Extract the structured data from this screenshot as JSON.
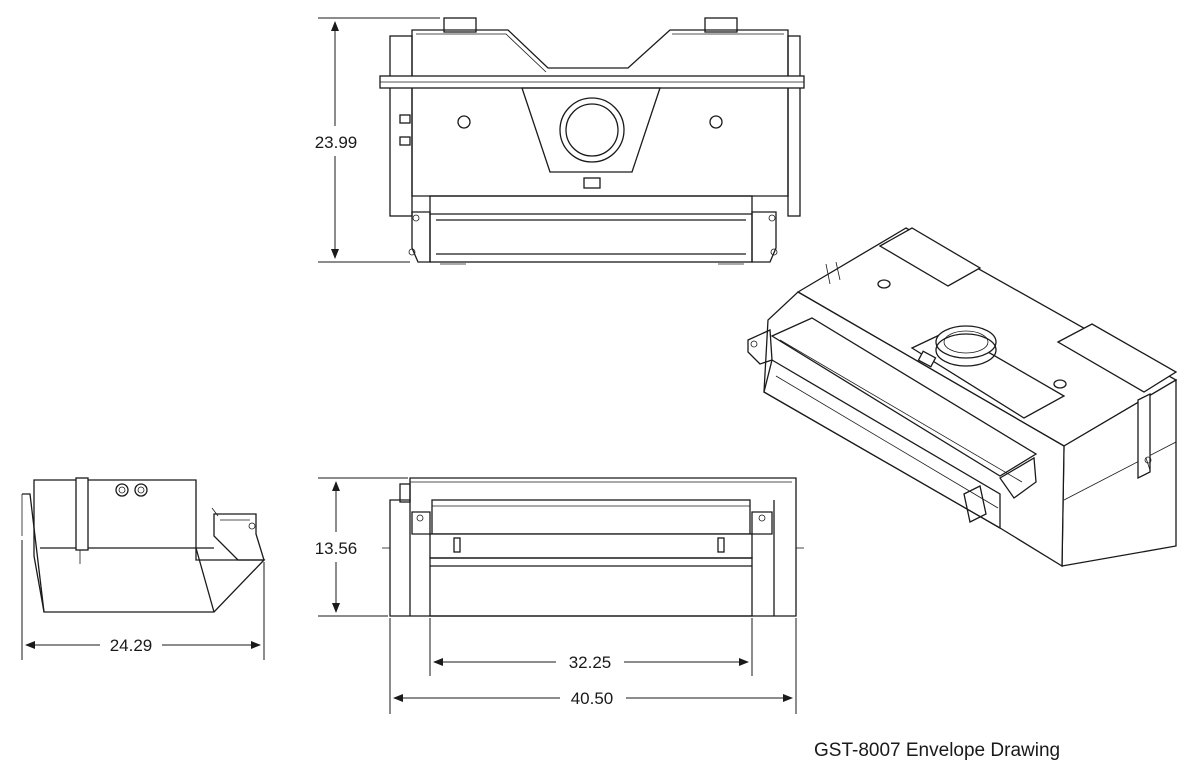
{
  "caption": "GST-8007 Envelope Drawing",
  "dimensions": {
    "top_view_height": "23.99",
    "front_view_height": "13.56",
    "side_view_width": "24.29",
    "front_inner_width": "32.25",
    "front_overall_width": "40.50"
  },
  "colors": {
    "line": "#1a1a1a",
    "background": "#ffffff"
  }
}
